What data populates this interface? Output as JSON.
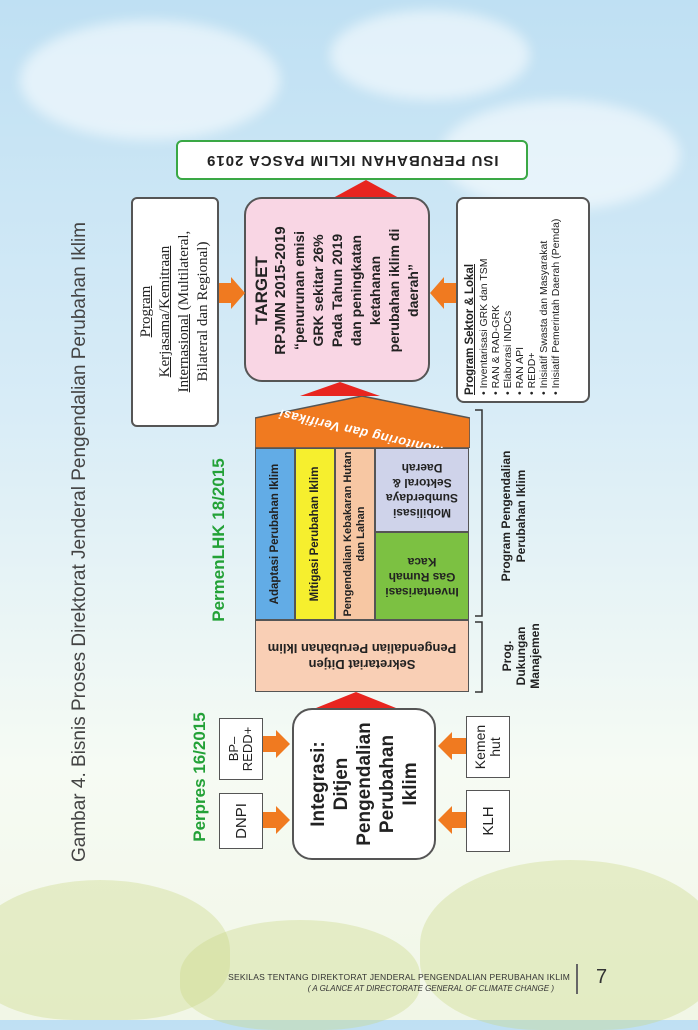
{
  "caption": "Gambar 4. Bisnis Proses Direktorat Jenderal Pengendalian Perubahan Iklim",
  "top_box": "ISU PERUBAHAN IKLIM PASCA 2019",
  "target": {
    "title": "TARGET",
    "lines": [
      "RPJMN 2015-2019",
      "“penurunan emisi",
      "GRK sekitar 26%",
      "Pada Tahun 2019",
      "dan peningkatan",
      "ketahanan",
      "perubahan iklim di",
      "daerah”"
    ]
  },
  "left_box": {
    "line1": "Program",
    "line2": "Kerjasama/Kemitraan",
    "line3a": "Internasional",
    "line3b": " (Multilateral,",
    "line4": "Bilateral dan Regional)"
  },
  "right_box": {
    "heading": "Program Sektor & Lokal",
    "items": [
      "Inventarisasi GRK dan TSM",
      "RAN & RAD-GRK",
      "Elaborasi INDCs",
      "RAN API",
      "REDD+",
      "Inisiatif Swasta dan Masyarakat",
      "Inisiatif Pemerintah Daerah (Pemda)"
    ]
  },
  "permen_label": "PermenLHK 18/2015",
  "perpres_label": "Perpres 16/2015",
  "house": {
    "roof": "Monitoring dan Verifikasi",
    "pillars": [
      "Adaptasi Perubahan Iklim",
      "Mitigasi Perubahan Iklim",
      "Pengendalian Kebakaran Hutan dan Lahan"
    ],
    "green": "Inventarisasi Gas Rumah Kaca",
    "lilac": "Mobilisasi Sumberdaya Sektoral & Daerah",
    "base": "Sekretariat Ditjen Pengendalian Perubahan Iklim"
  },
  "bracket_labels": {
    "prog_pengendalian": "Program Pengendalian Perubahan Iklim",
    "prog_dukungan": "Prog. Dukungan Manajemen"
  },
  "integrasi": {
    "lines": [
      "Integrasi:",
      "Ditjen",
      "Pengendalian",
      "Perubahan",
      "Iklim"
    ]
  },
  "inputs": {
    "dnpi": "DNPI",
    "bp_redd": "BP–REDD+",
    "klh": "KLH",
    "kemenhut": "Kemen hut"
  },
  "footer": {
    "title": "SEKILAS TENTANG DIREKTORAT JENDERAL PENGENDALIAN PERUBAHAN IKLIM",
    "subtitle": "( A GLANCE AT DIRECTORATE GENERAL OF CLIMATE CHANGE )",
    "page": "7"
  },
  "colors": {
    "orange": "#f07a20",
    "red_arrow": "#e8251f",
    "target_fill": "#f9d6e4",
    "pillar_blue": "#62ace6",
    "pillar_yellow": "#f6ef2e",
    "pillar_salmon": "#f7c7a3",
    "green": "#7cc142",
    "lilac": "#cfd3ea",
    "green_text": "#23a137"
  }
}
